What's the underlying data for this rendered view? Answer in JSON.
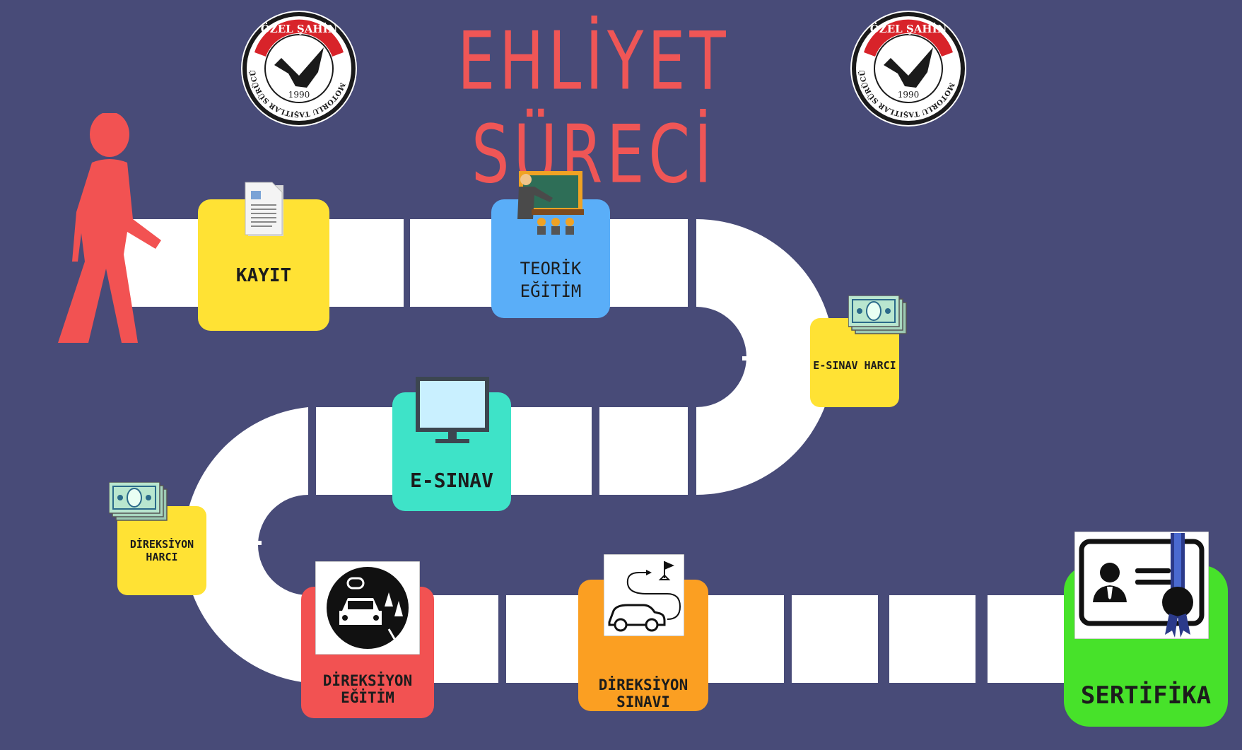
{
  "title": "EHLİYET SÜRECİ",
  "logo": {
    "top_text": "ÖZEL ŞAHİN",
    "ring_text": "MOTORLU TAŞITLAR SÜRÜCÜ KURSU",
    "year": "1990"
  },
  "steps": {
    "kayit": "KAYIT",
    "teorik_line1": "TEORİK",
    "teorik_line2": "EĞİTİM",
    "esinav_harci": "E-SINAV HARCI",
    "esinav": "E-SINAV",
    "direksiyon_harci": "DİREKSİYON HARCI",
    "direksiyon_egitim": "DİREKSİYON EĞİTİM",
    "direksiyon_sinavi": "DİREKSİYON SINAVI",
    "sertifika": "SERTİFİKA"
  },
  "colors": {
    "background": "#484b78",
    "title": "#ef5656",
    "yellow": "#ffe234",
    "blue": "#5aaef8",
    "teal": "#3ee3c8",
    "red": "#f25252",
    "orange": "#fb9f22",
    "green": "#47e22a",
    "person": "#f25252"
  }
}
